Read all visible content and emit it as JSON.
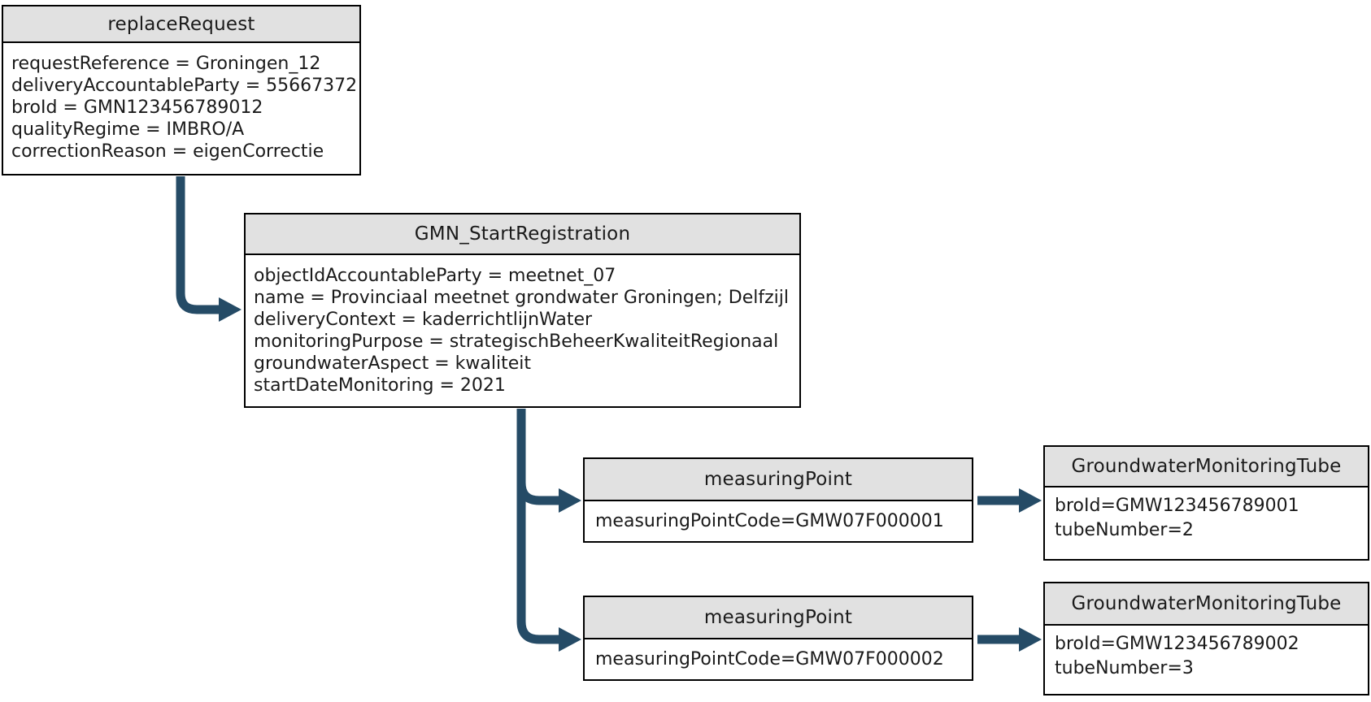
{
  "colors": {
    "arrow": "#254b66",
    "node_header_fill": "#e1e1e1",
    "node_border": "#000000",
    "background": "#ffffff"
  },
  "nodes": {
    "replace_request": {
      "title": "replaceRequest",
      "lines": [
        "requestReference = Groningen_12",
        "deliveryAccountableParty = 55667372",
        "broId = GMN123456789012",
        "qualityRegime = IMBRO/A",
        "correctionReason = eigenCorrectie"
      ]
    },
    "gmn_start_registration": {
      "title": "GMN_StartRegistration",
      "lines": [
        "objectIdAccountableParty = meetnet_07",
        "name = Provinciaal meetnet grondwater Groningen; Delfzijl",
        "deliveryContext = kaderrichtlijnWater",
        "monitoringPurpose = strategischBeheerKwaliteitRegionaal",
        "groundwaterAspect = kwaliteit",
        "startDateMonitoring = 2021"
      ]
    },
    "measuring_point_1": {
      "title": "measuringPoint",
      "lines": [
        "measuringPointCode=GMW07F000001"
      ]
    },
    "tube_1": {
      "title": "GroundwaterMonitoringTube",
      "lines": [
        "broId=GMW123456789001",
        "tubeNumber=2"
      ]
    },
    "measuring_point_2": {
      "title": "measuringPoint",
      "lines": [
        "measuringPointCode=GMW07F000002"
      ]
    },
    "tube_2": {
      "title": "GroundwaterMonitoringTube",
      "lines": [
        "broId=GMW123456789002",
        "tubeNumber=3"
      ]
    }
  }
}
